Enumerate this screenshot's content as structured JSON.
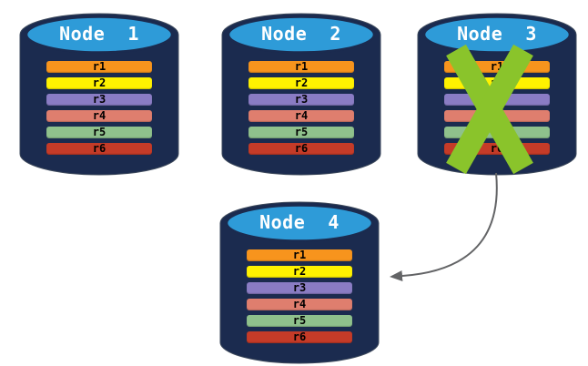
{
  "diagram": {
    "nodes": [
      {
        "id": "node-1",
        "title": "Node  1",
        "rows": [
          {
            "label": "r1",
            "color": "#F7941D"
          },
          {
            "label": "r2",
            "color": "#FFF200"
          },
          {
            "label": "r3",
            "color": "#8A7CC4"
          },
          {
            "label": "r4",
            "color": "#DF7E6E"
          },
          {
            "label": "r5",
            "color": "#8FC18C"
          },
          {
            "label": "r6",
            "color": "#C53B28"
          }
        ]
      },
      {
        "id": "node-2",
        "title": "Node  2",
        "rows": [
          {
            "label": "r1",
            "color": "#F7941D"
          },
          {
            "label": "r2",
            "color": "#FFF200"
          },
          {
            "label": "r3",
            "color": "#8A7CC4"
          },
          {
            "label": "r4",
            "color": "#DF7E6E"
          },
          {
            "label": "r5",
            "color": "#8FC18C"
          },
          {
            "label": "r6",
            "color": "#C53B28"
          }
        ]
      },
      {
        "id": "node-3",
        "title": "Node  3",
        "rows": [
          {
            "label": "r1",
            "color": "#F7941D"
          },
          {
            "label": "r2",
            "color": "#FFF200"
          },
          {
            "label": "r3",
            "color": "#8A7CC4"
          },
          {
            "label": "r4",
            "color": "#DF7E6E"
          },
          {
            "label": "r5",
            "color": "#8FC18C"
          },
          {
            "label": "r6",
            "color": "#C53B28"
          }
        ]
      },
      {
        "id": "node-4",
        "title": "Node  4",
        "rows": [
          {
            "label": "r1",
            "color": "#F7941D"
          },
          {
            "label": "r2",
            "color": "#FFF200"
          },
          {
            "label": "r3",
            "color": "#8A7CC4"
          },
          {
            "label": "r4",
            "color": "#DF7E6E"
          },
          {
            "label": "r5",
            "color": "#8FC18C"
          },
          {
            "label": "r6",
            "color": "#C53B28"
          }
        ]
      }
    ],
    "failure_marker": {
      "node_id": "node-3",
      "icon": "x-cross-icon",
      "color": "#8AC42B"
    },
    "arrow": {
      "from_node_id": "node-3",
      "to_node_id": "node-4",
      "color": "#636466"
    },
    "colors": {
      "background": "#FFFFFF",
      "cylinder_body": "#1B2B4F",
      "cylinder_top": "#2E9BD8",
      "cylinder_outline": "#3E4A5C",
      "title_text": "#FFFFFF",
      "row_text": "#000000"
    }
  }
}
